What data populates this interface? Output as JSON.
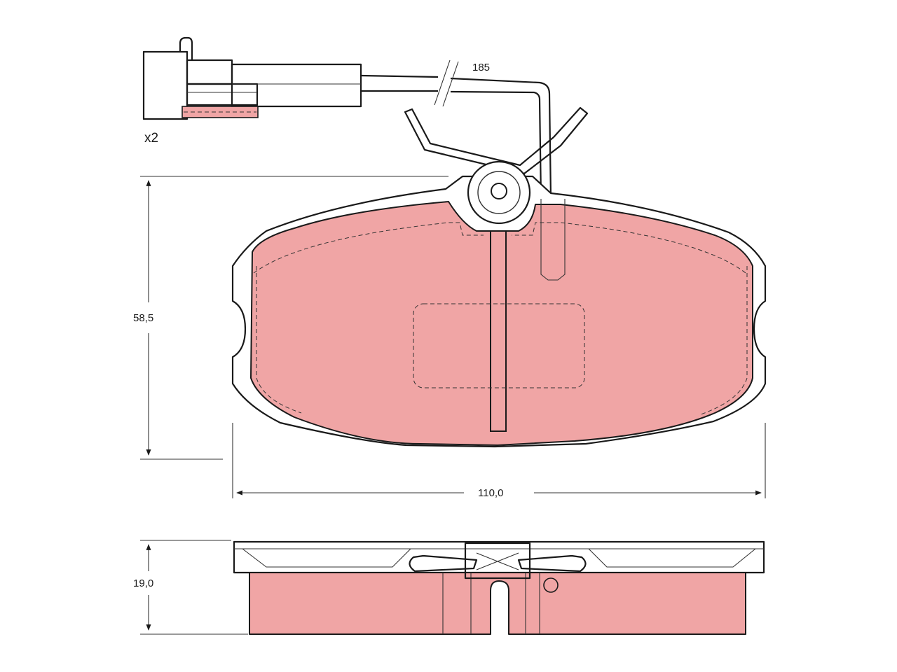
{
  "dimensions": {
    "wire_length": "185",
    "height": "58,5",
    "width": "110,0",
    "thickness": "19,0"
  },
  "quantity_note": "x2",
  "colors": {
    "friction_material": "#f0a5a5",
    "lines": "#1a1a1a",
    "background": "#ffffff"
  }
}
